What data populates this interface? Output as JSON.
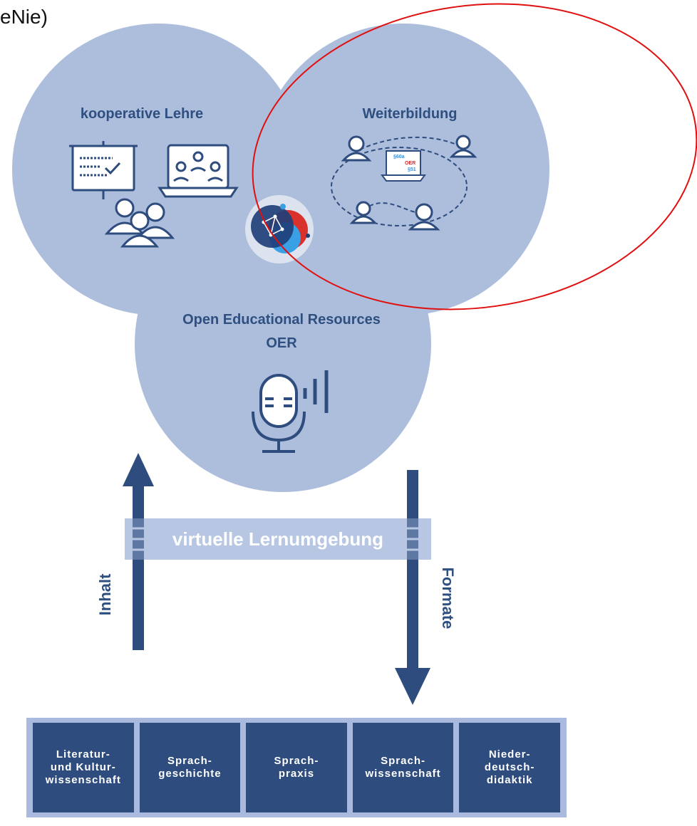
{
  "corner_text": "eNie)",
  "circles": {
    "left_title": "kooperative Lehre",
    "right_title": "Weiterbildung",
    "bottom_title_line1": "Open Educational Resources",
    "bottom_title_line2": "OER"
  },
  "laptop_legal": {
    "line1": "§60a",
    "line2": "OER",
    "line3": "§51"
  },
  "band_label": "virtuelle Lernumgebung",
  "arrows": {
    "up_label": "Inhalt",
    "down_label": "Formate"
  },
  "disciplines": [
    "Literatur-\nund Kultur-\nwissenschaft",
    "Sprach-\ngeschichte",
    "Sprach-\npraxis",
    "Sprach-\nwissenschaft",
    "Nieder-\ndeutsch-\ndidaktik"
  ],
  "colors": {
    "circle_fill": "#9fb3d6",
    "dark_blue": "#2e4c7e",
    "band": "#b7c6e3",
    "annotation_ellipse": "#e01010"
  }
}
